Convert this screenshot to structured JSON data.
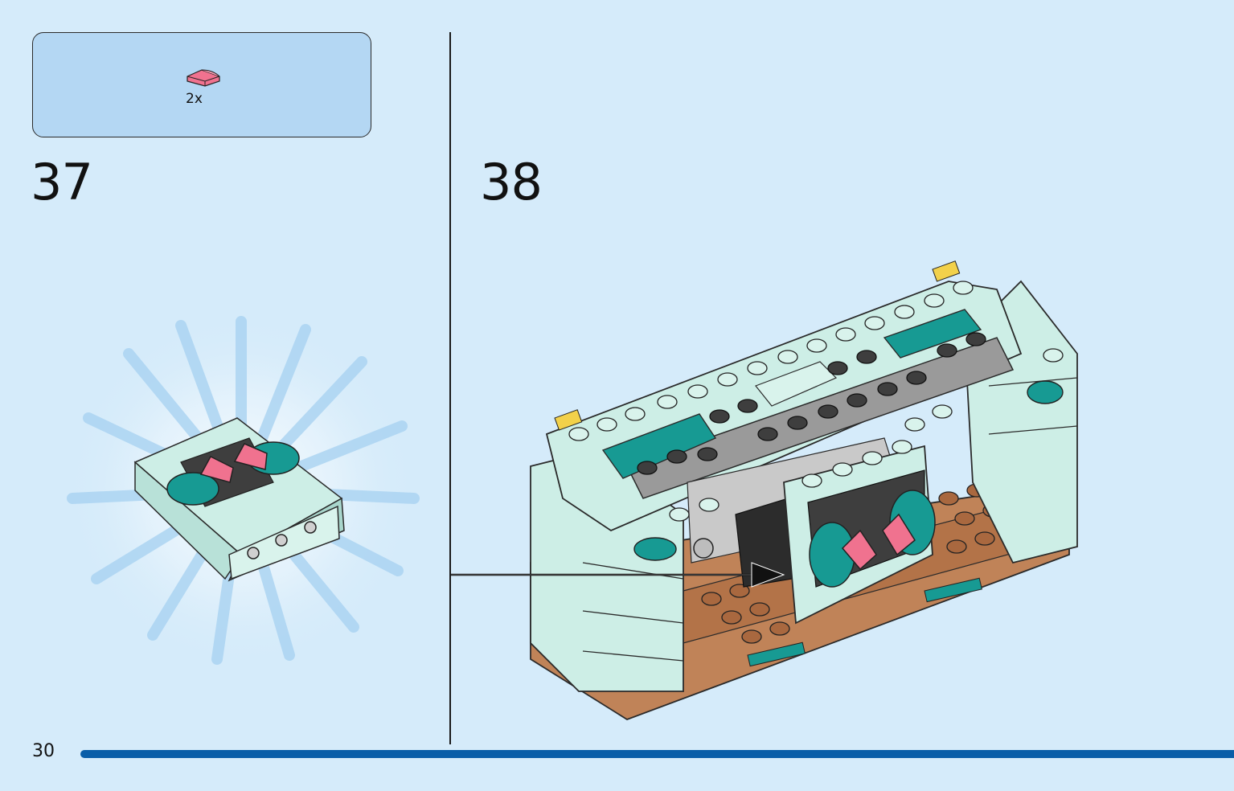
{
  "parts_callout": {
    "items": [
      {
        "icon": "pink-quarter-round-tile-icon",
        "quantity": "2x",
        "color": "#f0728f"
      }
    ]
  },
  "steps": [
    {
      "number": "37"
    },
    {
      "number": "38"
    }
  ],
  "page": {
    "number": "30"
  },
  "colors": {
    "background": "#d5ebfa",
    "callout_fill": "#b4d7f3",
    "progress": "#0a5ea8",
    "mint": "#cdeee6",
    "teal": "#179a93",
    "pink": "#f0728f",
    "brown": "#c08358",
    "dark_grey": "#3e3e3e",
    "light_grey": "#9a9a9a"
  }
}
